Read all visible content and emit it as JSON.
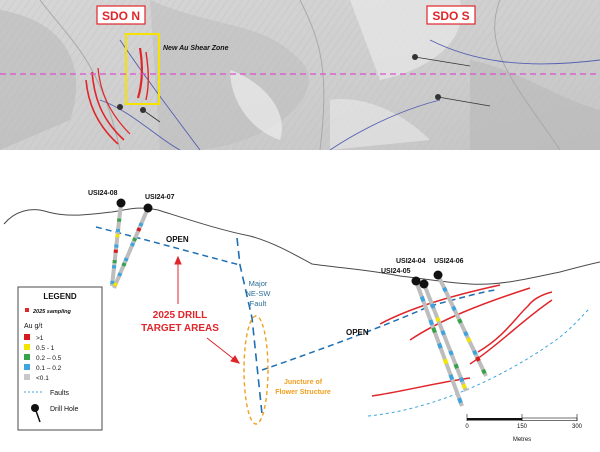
{
  "plan_view": {
    "sdo_n_label": "SDO N",
    "sdo_s_label": "SDO S",
    "shear_zone_label": "New Au Shear Zone"
  },
  "section": {
    "drill_holes": [
      {
        "label": "USI24-08"
      },
      {
        "label": "USI24-07"
      },
      {
        "label": "USI24-04"
      },
      {
        "label": "USI24-05"
      },
      {
        "label": "USI24-06"
      }
    ],
    "open_label": "OPEN",
    "fault_label": [
      "Major",
      "NE-SW",
      "Fault"
    ],
    "target_label": [
      "2025 DRILL",
      "TARGET AREAS"
    ],
    "flower_label": [
      "Juncture of",
      "Flower Structure"
    ]
  },
  "legend": {
    "title": "LEGEND",
    "sampling": "2025 sampling",
    "au_title": "Au g/t",
    "grades": [
      {
        "label": ">1",
        "color": "#d7191c"
      },
      {
        "label": "0.5 - 1",
        "color": "#f2e600"
      },
      {
        "label": "0.2 – 0.5",
        "color": "#36a24a"
      },
      {
        "label": "0.1 – 0.2",
        "color": "#3fa4dd"
      },
      {
        "label": "<0.1",
        "color": "#c8c8c8"
      }
    ],
    "faults": "Faults",
    "drill_hole": "Drill Hole"
  },
  "scale_bar": {
    "ticks": [
      "0",
      "150",
      "300"
    ],
    "unit": "Metres"
  },
  "colors": {
    "sdo_red": "#e0262b",
    "highlight_yellow": "#f5e200",
    "fault_blue": "#1f6fb3",
    "fault_red": "#e0262b",
    "orange_ellipse": "#f0a020",
    "trace_magenta": "#d94fd0"
  }
}
